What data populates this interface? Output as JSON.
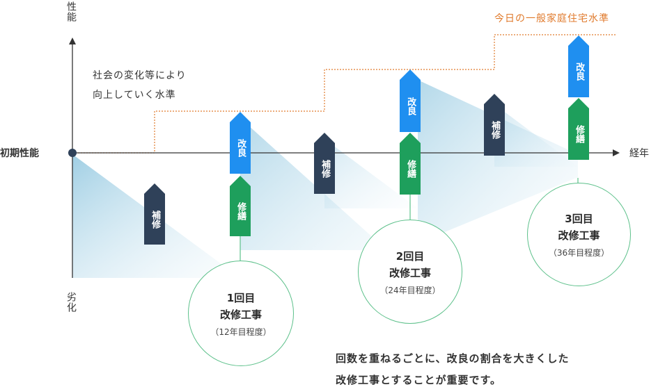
{
  "axis": {
    "y_top": "性能",
    "y_bottom": "劣化",
    "x_right": "経年",
    "origin_label": "初期性能"
  },
  "level_lines": {
    "society_label_line1": "社会の変化等により",
    "society_label_line2": "向上していく水準",
    "today_label": "今日の一般家庭住宅水準"
  },
  "markers": {
    "hoshu": "補修",
    "kairyo": "改良",
    "shuzen": "修繕"
  },
  "renovations": [
    {
      "title_line1": "1回目",
      "title_line2": "改修工事",
      "note": "（12年目程度）"
    },
    {
      "title_line1": "2回目",
      "title_line2": "改修工事",
      "note": "（24年目程度）"
    },
    {
      "title_line1": "3回目",
      "title_line2": "改修工事",
      "note": "（36年目程度）"
    }
  ],
  "conclusion": {
    "line1": "回数を重ねるごとに、改良の割合を大きくした",
    "line2": "改修工事とすることが重要です。"
  },
  "colors": {
    "hoshu": "#2f4159",
    "kairyo": "#1f8ff0",
    "shuzen": "#1e9f5c",
    "level_line": "#e07a2c",
    "circle_border": "#5cc08a"
  }
}
